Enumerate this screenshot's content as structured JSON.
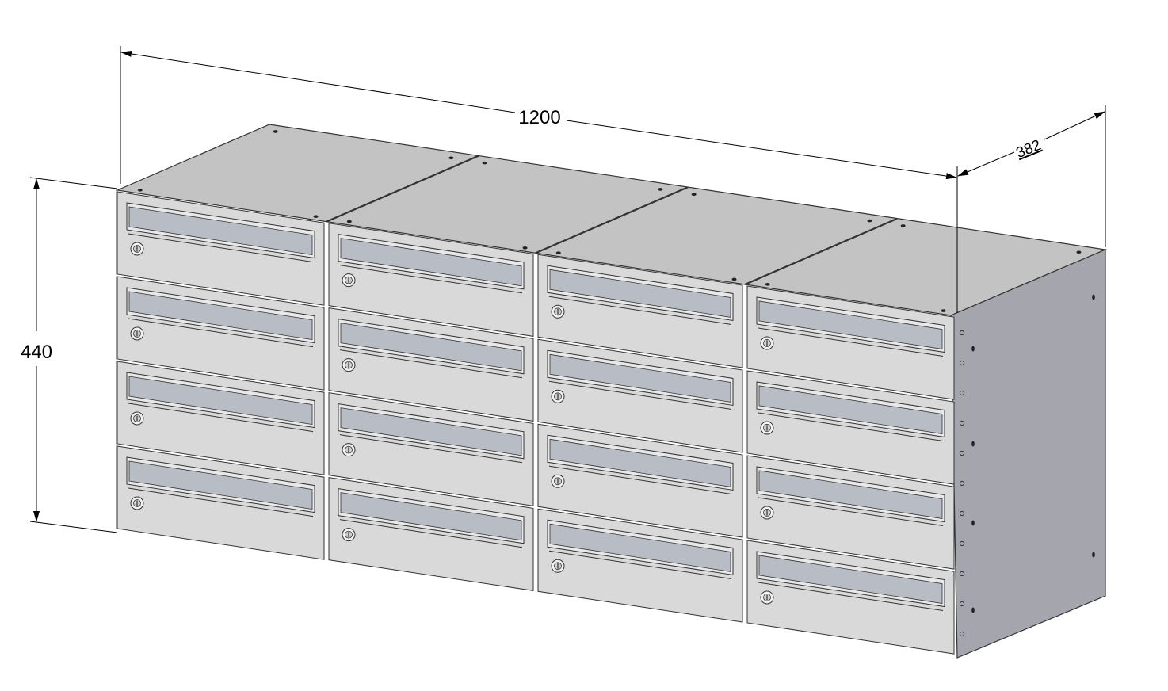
{
  "dimensions": {
    "width": "1200",
    "height": "440",
    "depth": "382"
  },
  "layout": {
    "units": 4,
    "boxes_per_unit": 4
  },
  "colors": {
    "top_face": "#c3c3c3",
    "front_face": "#d9d9d9",
    "side_face": "#a5a5ae",
    "slot_window": "#b7bcc5",
    "line": "#333333"
  }
}
